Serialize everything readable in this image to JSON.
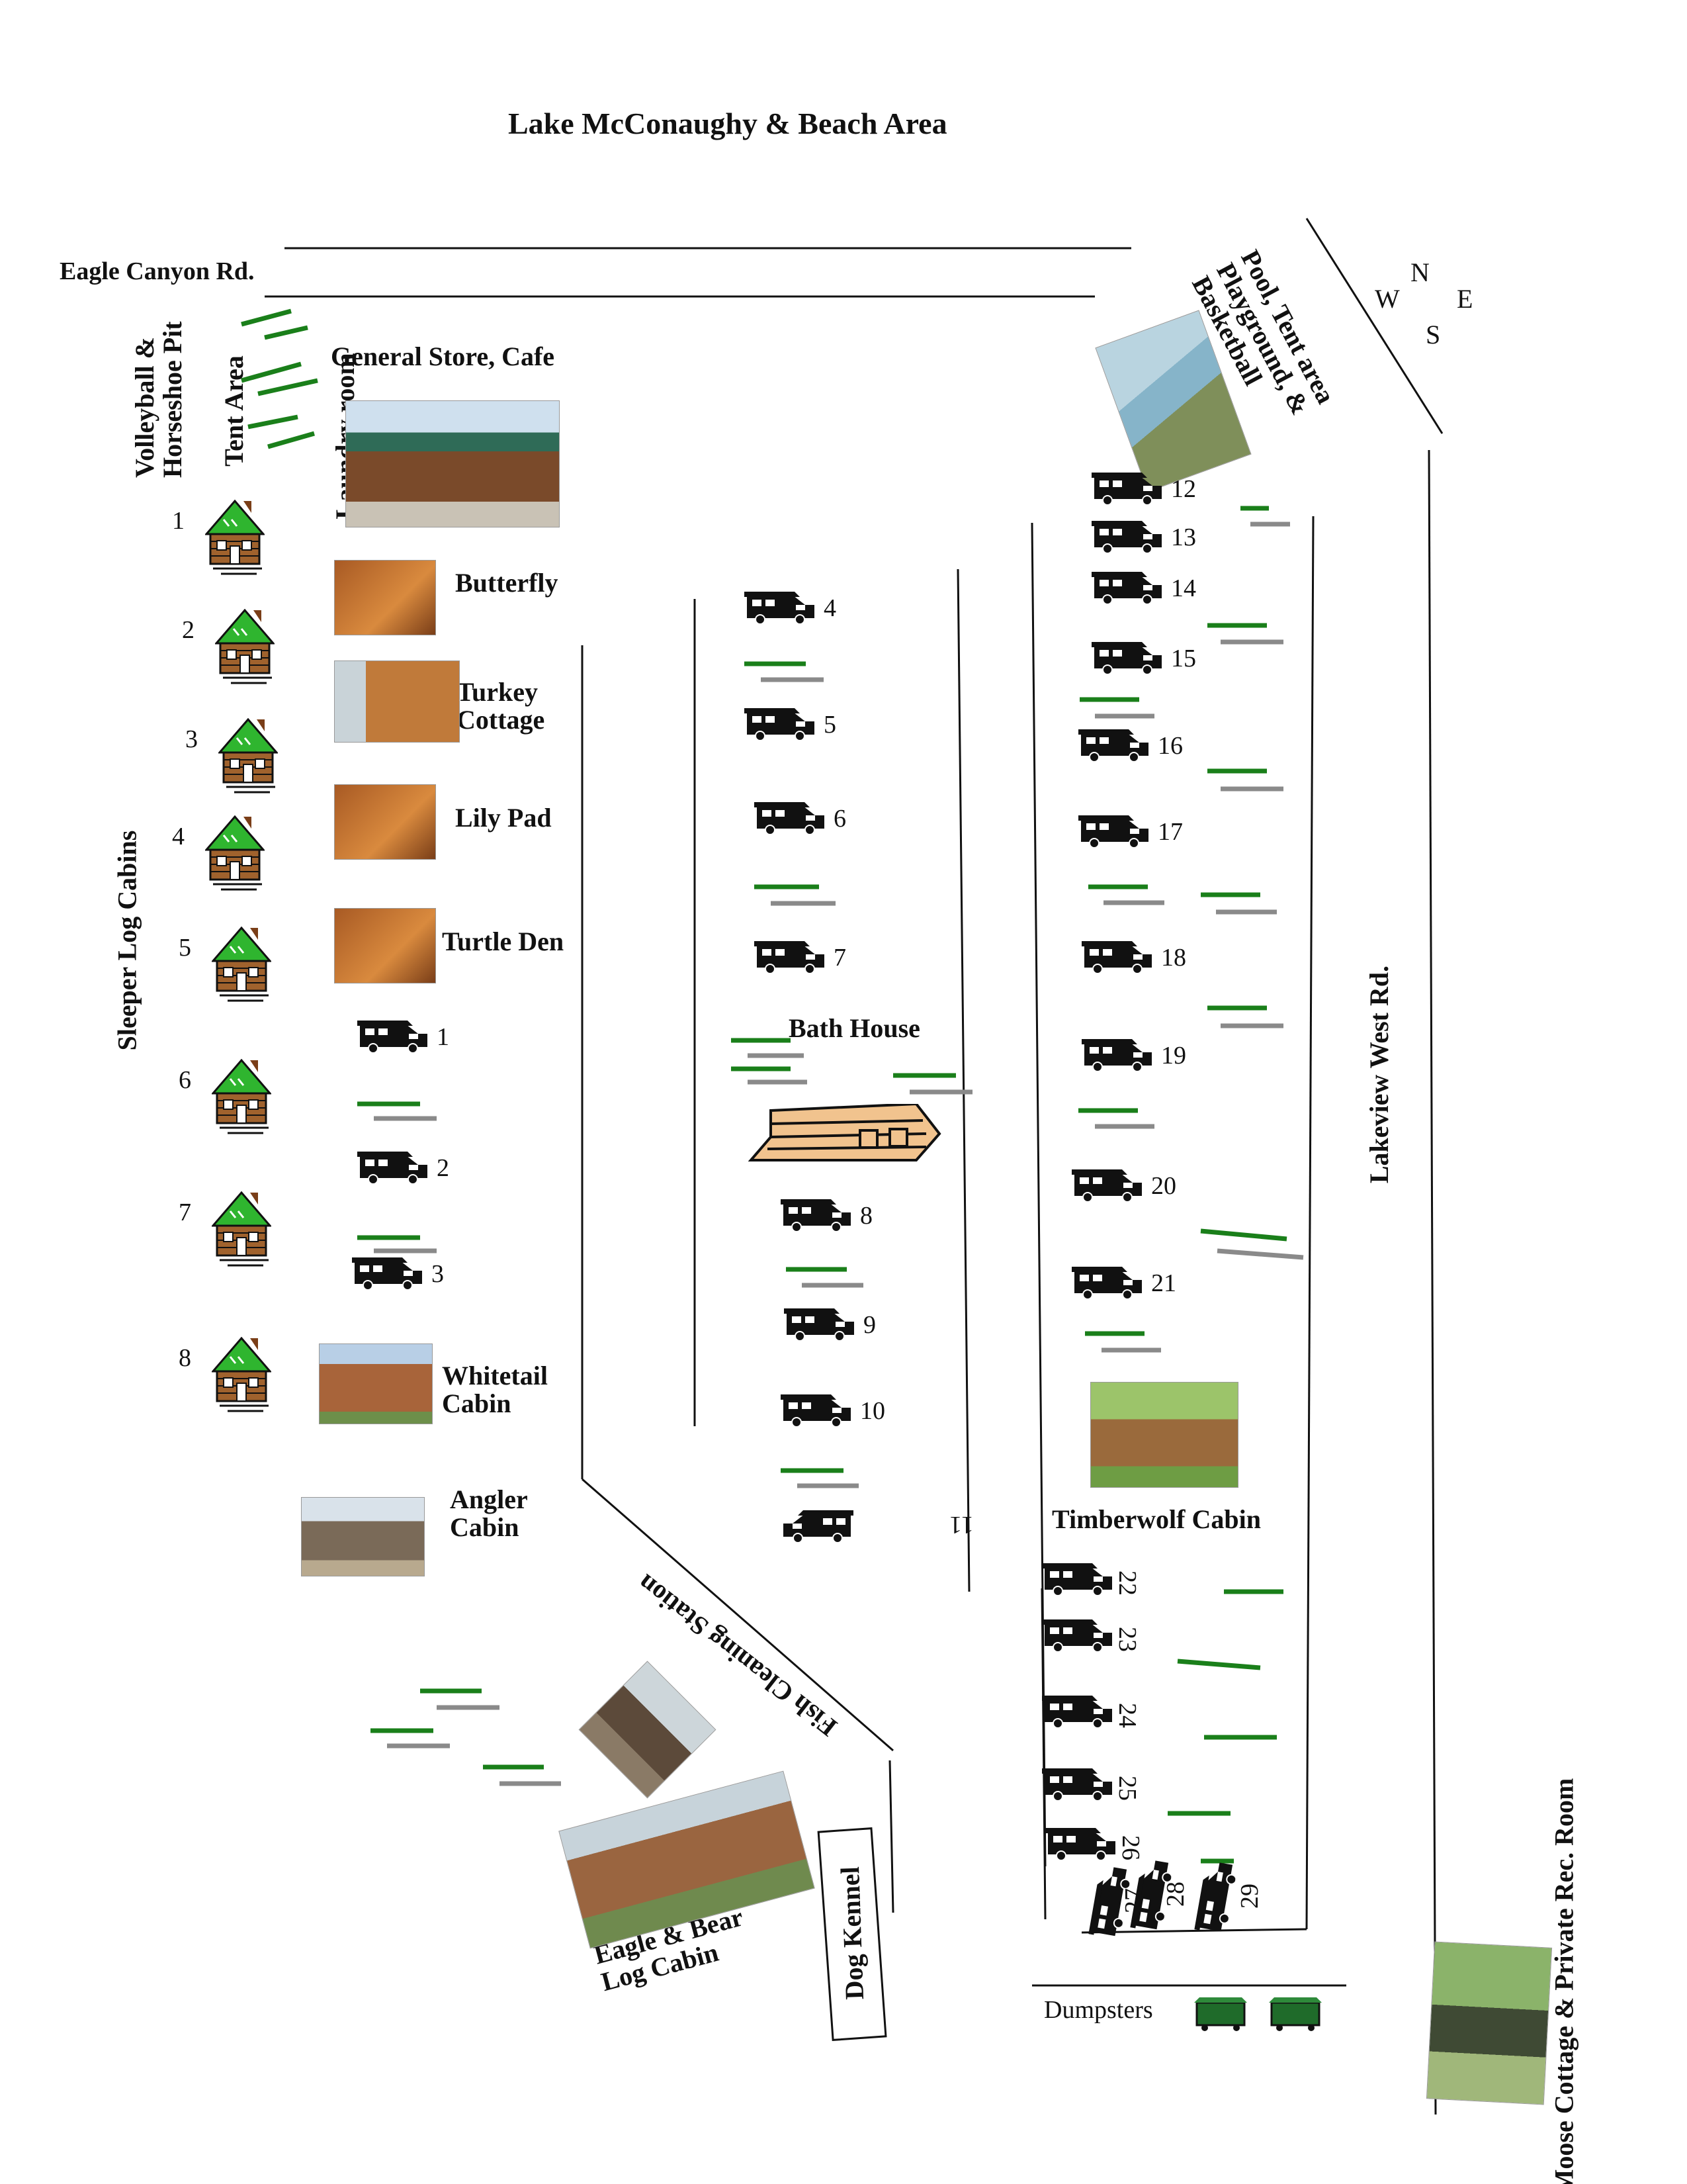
{
  "title": "Lake McConaughy & Beach Area",
  "roads": {
    "top": "Eagle Canyon Rd.",
    "east": "Lakeview West Rd."
  },
  "compass": {
    "n": "N",
    "s": "S",
    "e": "E",
    "w": "W"
  },
  "areas": {
    "volleyball": "Volleyball & Horseshoe Pit",
    "tent_area": "Tent Area",
    "laundry": "Laundry room",
    "general_store": "General Store, Cafe",
    "sleeper_cabins": "Sleeper Log Cabins",
    "pool": "Pool, Tent area Playground, & Basketball",
    "bath_house": "Bath House",
    "fish_cleaning": "Fish Cleaning Station",
    "dog_kennel": "Dog Kennel",
    "dumpsters": "Dumpsters",
    "moose": "Moose Cottage & Private Rec. Room"
  },
  "cabins": {
    "butterfly": "Butterfly",
    "turkey": "Turkey Cottage",
    "lily": "Lily Pad",
    "turtle": "Turtle Den",
    "whitetail": "Whitetail Cabin",
    "angler": "Angler Cabin",
    "timberwolf": "Timberwolf Cabin",
    "eagle_bear": "Eagle & Bear Log Cabin"
  },
  "sleeper_cabin_numbers": [
    "1",
    "2",
    "3",
    "4",
    "5",
    "6",
    "7",
    "8"
  ],
  "rv_sites": [
    "1",
    "2",
    "3",
    "4",
    "5",
    "6",
    "7",
    "8",
    "9",
    "10",
    "11",
    "12",
    "13",
    "14",
    "15",
    "16",
    "17",
    "18",
    "19",
    "20",
    "21",
    "22",
    "23",
    "24",
    "25",
    "26",
    "27",
    "28",
    "29"
  ],
  "colors": {
    "green": "#1a7f1a",
    "gray": "#8a8a8a",
    "roof": "#2fb52f",
    "log": "#a0622d",
    "text": "#111111"
  }
}
